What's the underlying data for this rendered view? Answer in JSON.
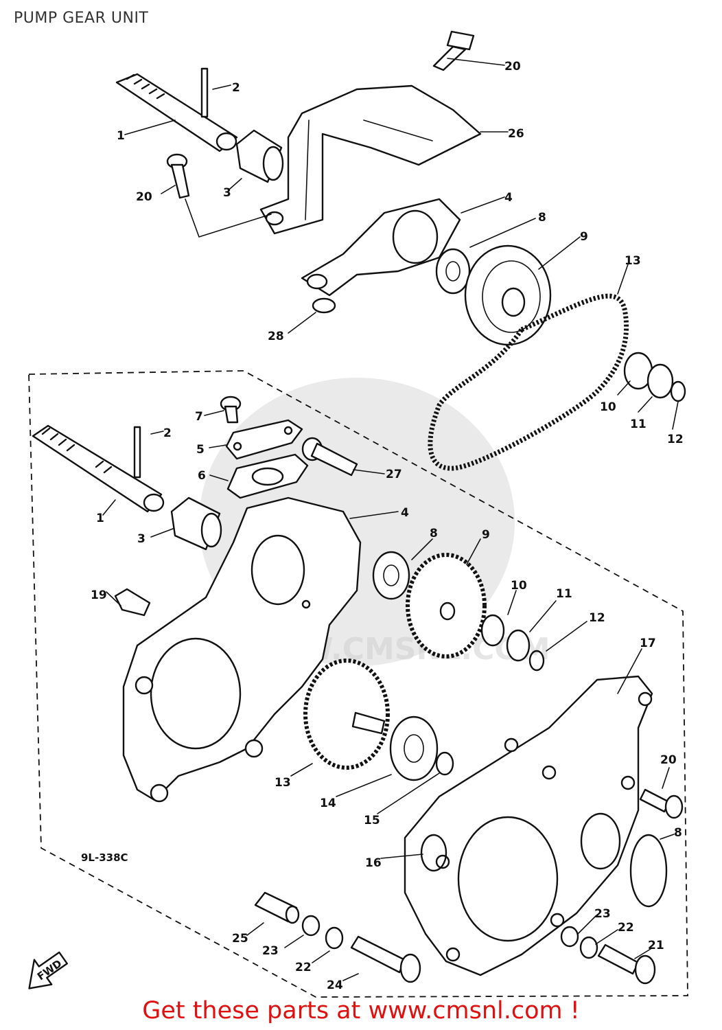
{
  "page": {
    "title": "PUMP GEAR UNIT",
    "footer": "Get these parts at www.cmsnl.com !",
    "reference_code": "9L-338C",
    "direction_marker": "FWD"
  },
  "callouts": {
    "c1a": "1",
    "c1b": "1",
    "c2a": "2",
    "c2b": "2",
    "c3a": "3",
    "c3b": "3",
    "c4a": "4",
    "c4b": "4",
    "c5": "5",
    "c6": "6",
    "c7": "7",
    "c8a": "8",
    "c8b": "8",
    "c8c": "8",
    "c9a": "9",
    "c9b": "9",
    "c10a": "10",
    "c10b": "10",
    "c11a": "11",
    "c11b": "11",
    "c12a": "12",
    "c12b": "12",
    "c13a": "13",
    "c13b": "13",
    "c14": "14",
    "c15": "15",
    "c16": "16",
    "c17": "17",
    "c19": "19",
    "c20a": "20",
    "c20b": "20",
    "c20c": "20",
    "c21": "21",
    "c22a": "22",
    "c22b": "22",
    "c23a": "23",
    "c23b": "23",
    "c24": "24",
    "c25": "25",
    "c26": "26",
    "c27": "27",
    "c28": "28"
  },
  "colors": {
    "ink": "#111111",
    "footer_text": "#e01010",
    "watermark": "#d0d0d0"
  }
}
